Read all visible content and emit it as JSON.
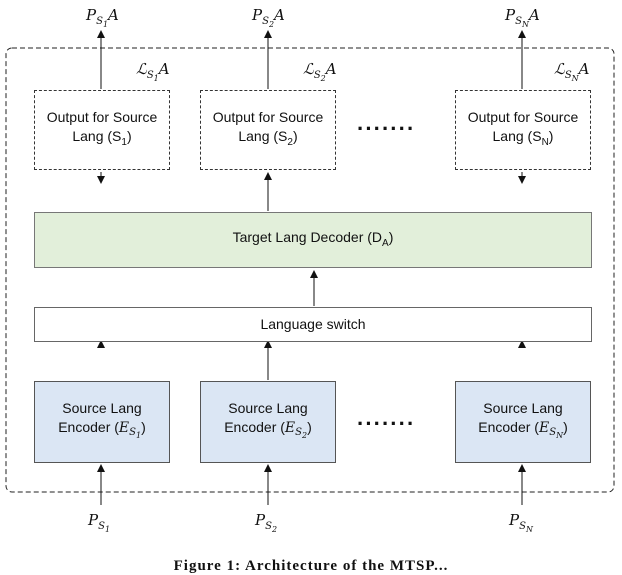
{
  "outputs": [
    {
      "label_l1": "Output for Source",
      "label_l2": "Lang (S",
      "label_sub": "1",
      "label_end": ")",
      "prob_main": "P",
      "prob_sub": "S",
      "prob_subsub": "1",
      "prob_tail": "A",
      "loss_main": "ℒ",
      "loss_sub": "S",
      "loss_subsub": "1",
      "loss_tail": "A"
    },
    {
      "label_l1": "Output for Source",
      "label_l2": "Lang (S",
      "label_sub": "2",
      "label_end": ")",
      "prob_main": "P",
      "prob_sub": "S",
      "prob_subsub": "2",
      "prob_tail": "A",
      "loss_main": "ℒ",
      "loss_sub": "S",
      "loss_subsub": "2",
      "loss_tail": "A"
    },
    {
      "label_l1": "Output for Source",
      "label_l2": "Lang (S",
      "label_sub": "N",
      "label_end": ")",
      "prob_main": "P",
      "prob_sub": "S",
      "prob_subsub": "N",
      "prob_tail": "A",
      "loss_main": "ℒ",
      "loss_sub": "S",
      "loss_subsub": "N",
      "loss_tail": "A"
    }
  ],
  "decoder": {
    "label": "Target Lang Decoder (D",
    "sub": "A",
    "end": ")"
  },
  "switch": {
    "label": "Language switch"
  },
  "encoders": [
    {
      "l1": "Source Lang",
      "l2": "Encoder (",
      "e": "E",
      "sub": "S",
      "subsub": "1",
      "end": ")",
      "in_main": "P",
      "in_sub": "S",
      "in_subsub": "1"
    },
    {
      "l1": "Source Lang",
      "l2": "Encoder (",
      "e": "E",
      "sub": "S",
      "subsub": "2",
      "end": ")",
      "in_main": "P",
      "in_sub": "S",
      "in_subsub": "2"
    },
    {
      "l1": "Source Lang",
      "l2": "Encoder (",
      "e": "E",
      "sub": "S",
      "subsub": "N",
      "end": ")",
      "in_main": "P",
      "in_sub": "S",
      "in_subsub": "N"
    }
  ],
  "ellipsis": "·······",
  "caption": "Figure 1: Architecture of the MTSP...",
  "colors": {
    "decoder_fill": "#e2efda",
    "encoder_fill": "#dbe6f4"
  }
}
